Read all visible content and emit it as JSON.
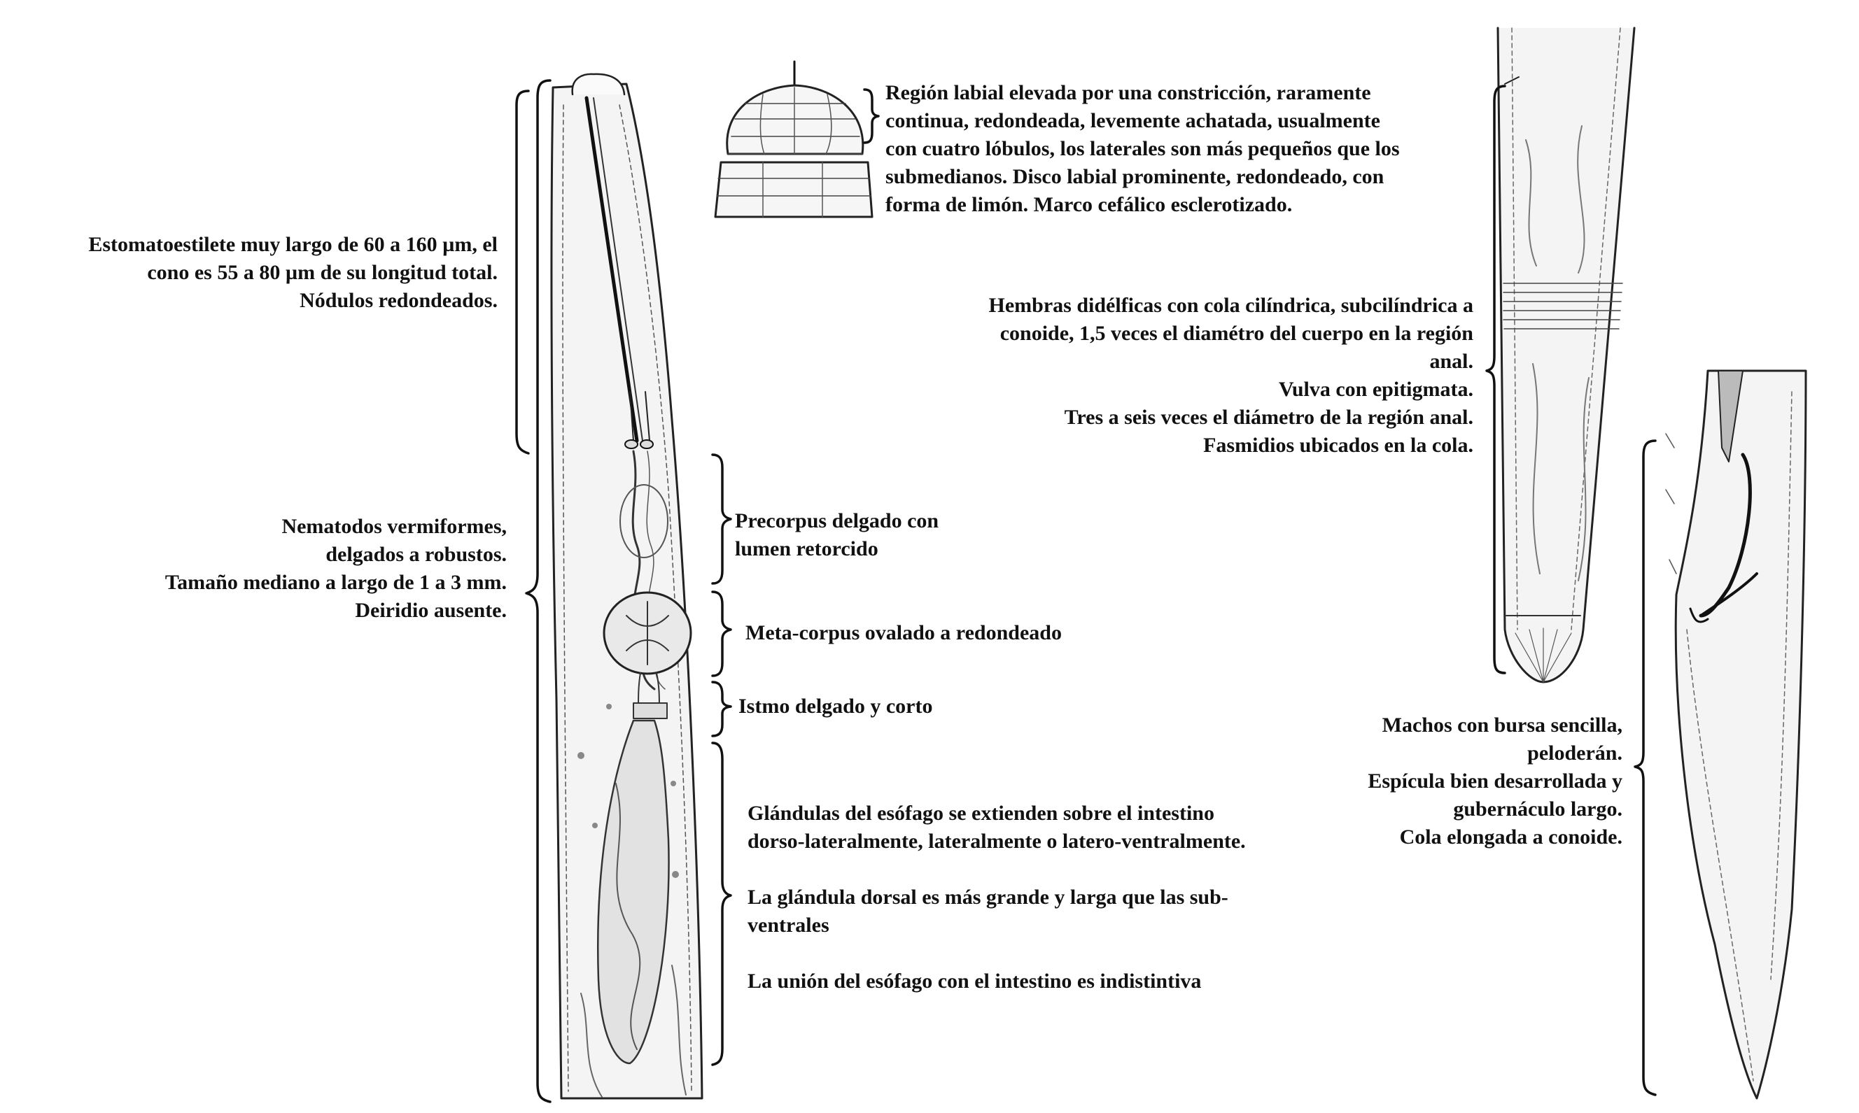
{
  "labels": {
    "stylet": [
      "Estomatoestilete muy largo de 60 a 160 µm, el",
      "cono es 55 a 80 µm de su longitud total.",
      "Nódulos redondeados."
    ],
    "body": [
      "Nematodos vermiformes,",
      "delgados a robustos.",
      "Tamaño mediano a largo de 1 a 3 mm.",
      "Deiridio ausente."
    ],
    "labial": [
      "Región labial elevada por una constricción, raramente",
      "continua, redondeada, levemente achatada, usualmente",
      "con cuatro lóbulos, los laterales son más pequeños que los",
      "submedianos. Disco labial prominente, redondeado, con",
      "forma de limón. Marco cefálico esclerotizado."
    ],
    "precorpus": [
      "Precorpus delgado con",
      "lumen retorcido"
    ],
    "metacorpus": "Meta-corpus ovalado a redondeado",
    "isthmus": "Istmo delgado y corto",
    "glands_1": [
      "Glándulas del esófago se extienden sobre el intestino",
      "dorso-lateralmente, lateralmente o latero-ventralmente."
    ],
    "glands_2": [
      "La glándula dorsal es más grande y larga que las sub-",
      "ventrales"
    ],
    "glands_3": "La unión del esófago con el intestino es indistintiva",
    "female": [
      "Hembras didélficas con cola cilíndrica, subcilíndrica a",
      "conoide, 1,5 veces el diamétro del cuerpo en la región",
      "anal.",
      "Vulva con epitigmata.",
      "Tres a seis veces el diámetro de la región anal.",
      "Fasmidios ubicados en la cola."
    ],
    "male": [
      "Machos con bursa sencilla,",
      "peloderán.",
      "Espícula bien desarrollada y",
      "gubernáculo largo.",
      "Cola elongada a conoide."
    ]
  },
  "colors": {
    "ink": "#111111",
    "fill": "#f4f4f4",
    "background": "#ffffff"
  }
}
